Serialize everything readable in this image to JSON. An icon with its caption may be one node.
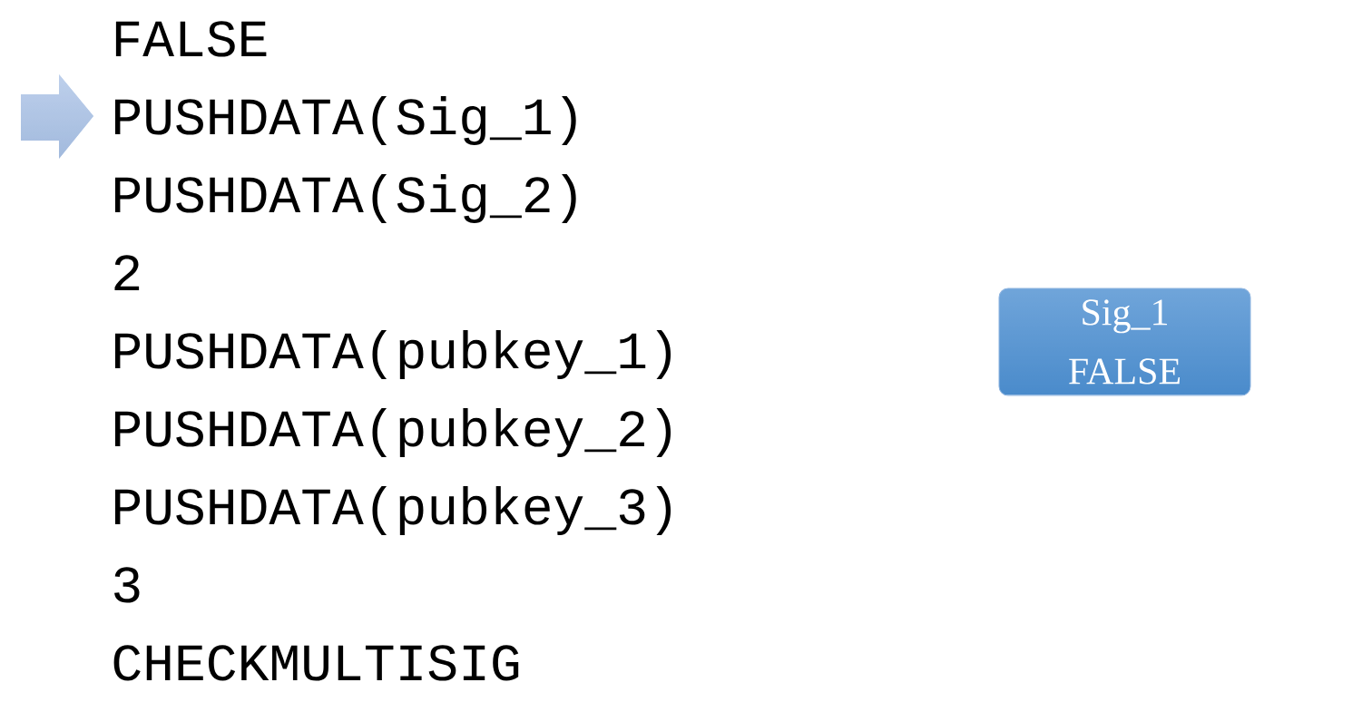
{
  "diagram": {
    "nodes": [
      {
        "text": [
          "Sig_1",
          "FALSE"
        ]
      }
    ],
    "labels": [
      "FALSE",
      "PUSHDATA(Sig_1)",
      "PUSHDATA(Sig_2)",
      "2",
      "PUSHDATA(pubkey_1)",
      "PUSHDATA(pubkey_2)",
      "PUSHDATA(pubkey_3)",
      "3",
      "CHECKMULTISIG"
    ]
  }
}
